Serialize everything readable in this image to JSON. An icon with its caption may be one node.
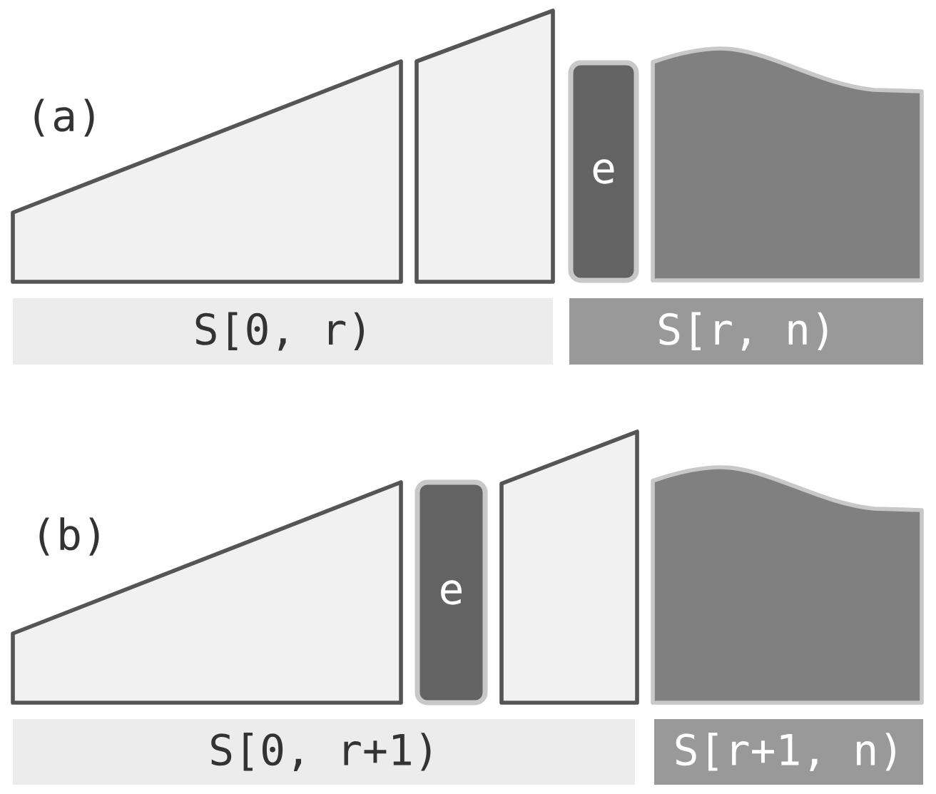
{
  "diagram": {
    "nodes": [
      {
        "text": [],
        "shape": "trapezoid"
      },
      {
        "text": [],
        "shape": "trapezoid"
      },
      {
        "text": [
          "e"
        ]
      },
      {
        "text": [],
        "shape": "wave"
      },
      {
        "text": [
          "S[0, r)"
        ]
      },
      {
        "text": [
          "S[r, n)"
        ]
      },
      {
        "text": [],
        "shape": "trapezoid"
      },
      {
        "text": [
          "e"
        ]
      },
      {
        "text": [],
        "shape": "trapezoid"
      },
      {
        "text": [],
        "shape": "wave"
      },
      {
        "text": [
          "S[0, r+1)"
        ]
      },
      {
        "text": [
          "S[r+1, n)"
        ]
      }
    ],
    "labels": [
      "(a)",
      "(b)"
    ]
  }
}
